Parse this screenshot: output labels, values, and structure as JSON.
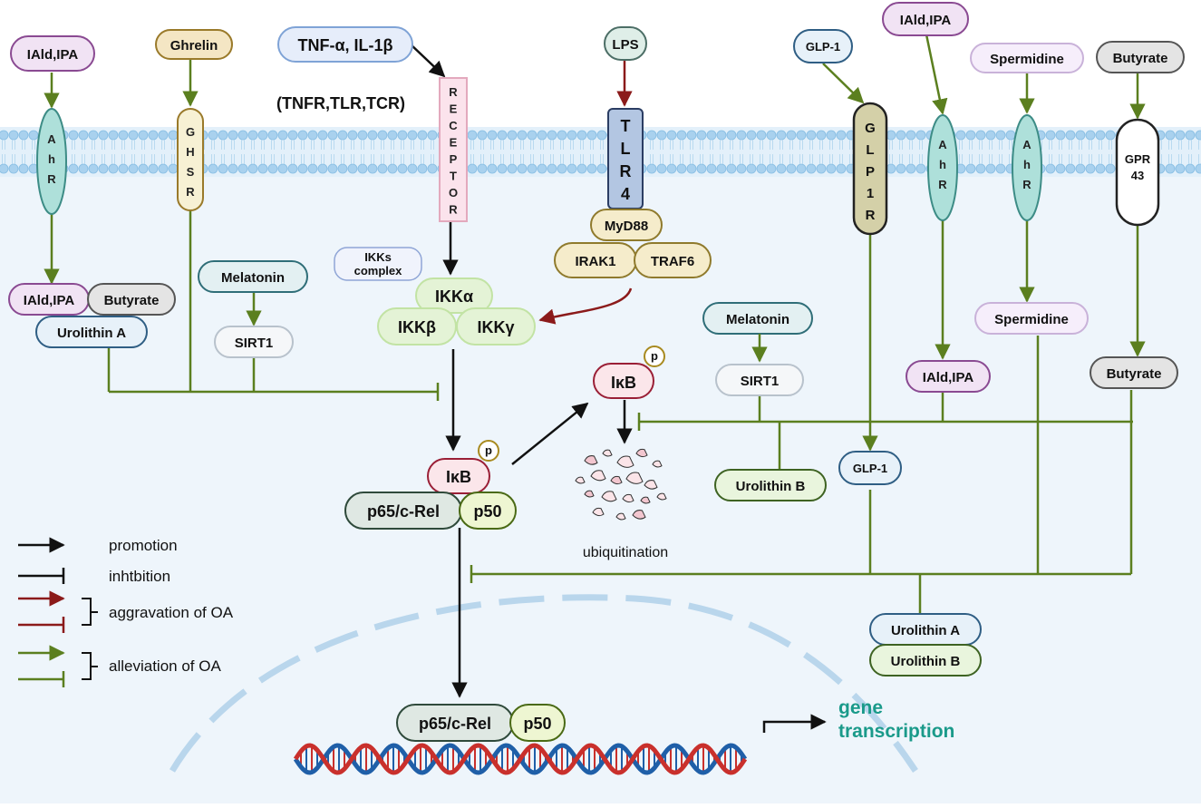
{
  "colors": {
    "promotion": "#111111",
    "aggravation": "#8b1a1a",
    "alleviation": "#5b7f1f",
    "membrane": "#b9daf0",
    "cytoplasm": "#eef5fb",
    "gene_text": "#1a9a8a"
  },
  "top_ligands": {
    "iald_ipa_left": "IAld,IPA",
    "ghrelin": "Ghrelin",
    "tnf": "TNF-α, IL-1β",
    "receptor_types": "(TNFR,TLR,TCR)",
    "lps": "LPS",
    "glp1": "GLP-1",
    "iald_ipa_right": "IAld,IPA",
    "spermidine": "Spermidine",
    "butyrate": "Butyrate"
  },
  "receptors": {
    "ahr_left": [
      "A",
      "h",
      "R"
    ],
    "ghsr": [
      "G",
      "H",
      "S",
      "R"
    ],
    "receptor": [
      "R",
      "E",
      "C",
      "E",
      "P",
      "T",
      "O",
      "R"
    ],
    "tlr4": [
      "T",
      "L",
      "R",
      "4"
    ],
    "glp1r": [
      "G",
      "L",
      "P",
      "1",
      "R"
    ],
    "ahr_mid": [
      "A",
      "h",
      "R"
    ],
    "ahr_right": [
      "A",
      "h",
      "R"
    ],
    "gpr43": [
      "GPR",
      "43"
    ]
  },
  "cytoplasm": {
    "iald_ipa": "IAld,IPA",
    "butyrate": "Butyrate",
    "urolithin_a": "Urolithin A",
    "melatonin_left": "Melatonin",
    "sirt1_left": "SIRT1",
    "ikks_complex": [
      "IKKs",
      "complex"
    ],
    "ikk_alpha": "IKKα",
    "ikk_beta": "IKKβ",
    "ikk_gamma": "IKKγ",
    "myd88": "MyD88",
    "irak1": "IRAK1",
    "traf6": "TRAF6",
    "ikb_free": "IκB",
    "phospho": "p",
    "melatonin_right": "Melatonin",
    "sirt1_right": "SIRT1",
    "spermidine": "Spermidine",
    "iald_ipa_right": "IAld,IPA",
    "butyrate_right": "Butyrate",
    "urolithin_b": "Urolithin B",
    "glp1": "GLP-1",
    "ikb_complex": "IκB",
    "p65": "p65/c-Rel",
    "p50": "p50",
    "ubiquitination": "ubiquitination",
    "urolithin_a2": "Urolithin A",
    "urolithin_b2": "Urolithin B"
  },
  "nucleus": {
    "p65": "p65/c-Rel",
    "p50": "p50",
    "gene_transcription": [
      "gene",
      "transcription"
    ]
  },
  "legend": {
    "promotion": "promotion",
    "inhibition": "inhtbition",
    "aggravation": "aggravation of OA",
    "alleviation": "alleviation of OA"
  }
}
